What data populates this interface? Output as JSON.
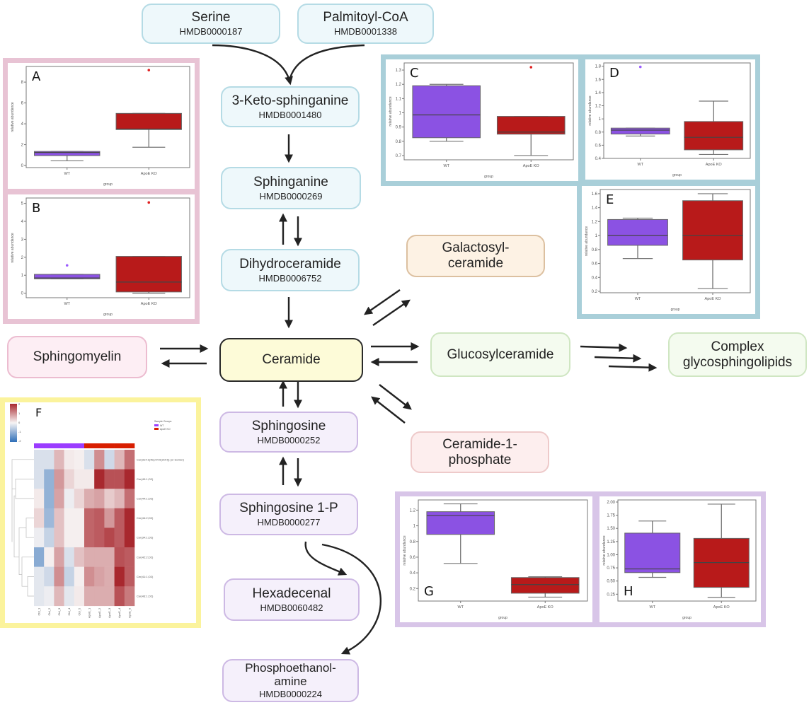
{
  "nodes": {
    "serine": {
      "name": "Serine",
      "id": "HMDB0000187"
    },
    "palmitoyl": {
      "name": "Palmitoyl-CoA",
      "id": "HMDB0001338"
    },
    "keto": {
      "name": "3-Keto-sphinganine",
      "id": "HMDB0001480"
    },
    "sphinganine": {
      "name": "Sphinganine",
      "id": "HMDB0000269"
    },
    "dihydroceramide": {
      "name": "Dihydroceramide",
      "id": "HMDB0006752"
    },
    "ceramide": {
      "name": "Ceramide"
    },
    "sphingomyelin": {
      "name": "Sphingomyelin"
    },
    "galactosylceramide": {
      "name": "Galactosyl-\nceramide"
    },
    "glucosylceramide": {
      "name": "Glucosylceramide"
    },
    "complex": {
      "name": "Complex\nglycosphingolipids"
    },
    "c1p": {
      "name": "Ceramide-1-\nphosphate"
    },
    "sphingosine": {
      "name": "Sphingosine",
      "id": "HMDB0000252"
    },
    "s1p": {
      "name": "Sphingosine 1-P",
      "id": "HMDB0000277"
    },
    "hexadecenal": {
      "name": "Hexadecenal",
      "id": "HMDB0060482"
    },
    "phosphoethanolamine": {
      "name": "Phosphoethanol-\namine",
      "id": "HMDB0000224"
    }
  },
  "colors": {
    "wt": "#8b52e3",
    "ko": "#b81a1a",
    "frame_pink": "#e8c3d4",
    "frame_teal": "#a9cfd9",
    "frame_yellow": "#fbf39c",
    "frame_lavender": "#d8c5e8"
  },
  "chart_data": [
    {
      "panel": "A",
      "type": "box",
      "ylabel": "relative abundance",
      "xlabel": "group",
      "categories": [
        "WT",
        "ApoE KO"
      ],
      "ylim": [
        -0.2,
        9.5
      ],
      "yticks": [
        0,
        2,
        4,
        6,
        8
      ],
      "boxes": [
        {
          "min": 0.45,
          "q1": 0.95,
          "median": 1.25,
          "q3": 1.35,
          "max": 1.35,
          "outliers": []
        },
        {
          "min": 1.75,
          "q1": 3.45,
          "median": 3.5,
          "q3": 5.0,
          "max": 5.0,
          "outliers": [
            9.15
          ]
        }
      ]
    },
    {
      "panel": "B",
      "type": "box",
      "ylabel": "relative abundance",
      "xlabel": "group",
      "categories": [
        "WT",
        "ApoE KO"
      ],
      "ylim": [
        -0.25,
        5.3
      ],
      "yticks": [
        0,
        1,
        2,
        3,
        4,
        5
      ],
      "boxes": [
        {
          "min": 0.8,
          "q1": 0.8,
          "median": 0.85,
          "q3": 1.05,
          "max": 1.05,
          "outliers": [
            1.55
          ]
        },
        {
          "min": 0.0,
          "q1": 0.07,
          "median": 0.62,
          "q3": 2.05,
          "max": 2.05,
          "outliers": [
            5.05
          ]
        }
      ]
    },
    {
      "panel": "C",
      "type": "box",
      "ylabel": "relative abundance",
      "xlabel": "group",
      "categories": [
        "WT",
        "ApoE KO"
      ],
      "ylim": [
        0.67,
        1.35
      ],
      "yticks": [
        0.7,
        0.8,
        0.9,
        1.0,
        1.1,
        1.2,
        1.3
      ],
      "boxes": [
        {
          "min": 0.8,
          "q1": 0.825,
          "median": 0.985,
          "q3": 1.19,
          "max": 1.2,
          "outliers": []
        },
        {
          "min": 0.7,
          "q1": 0.85,
          "median": 0.865,
          "q3": 0.975,
          "max": 0.975,
          "outliers": [
            1.32
          ]
        }
      ]
    },
    {
      "panel": "D",
      "type": "box",
      "ylabel": "relative abundance",
      "xlabel": "group",
      "categories": [
        "WT",
        "ApoE KO"
      ],
      "ylim": [
        0.4,
        1.85
      ],
      "yticks": [
        0.4,
        0.6,
        0.8,
        1.0,
        1.2,
        1.4,
        1.6,
        1.8
      ],
      "boxes": [
        {
          "min": 0.74,
          "q1": 0.77,
          "median": 0.83,
          "q3": 0.86,
          "max": 0.86,
          "outliers": [
            1.79
          ]
        },
        {
          "min": 0.46,
          "q1": 0.53,
          "median": 0.72,
          "q3": 0.96,
          "max": 1.27,
          "outliers": []
        }
      ]
    },
    {
      "panel": "E",
      "type": "box",
      "ylabel": "relative abundance",
      "xlabel": "group",
      "categories": [
        "WT",
        "ApoE KO"
      ],
      "ylim": [
        0.18,
        1.66
      ],
      "yticks": [
        0.2,
        0.4,
        0.6,
        0.8,
        1.0,
        1.2,
        1.4,
        1.6
      ],
      "boxes": [
        {
          "min": 0.67,
          "q1": 0.86,
          "median": 1.0,
          "q3": 1.23,
          "max": 1.25,
          "outliers": []
        },
        {
          "min": 0.24,
          "q1": 0.65,
          "median": 1.0,
          "q3": 1.5,
          "max": 1.6,
          "outliers": []
        }
      ]
    },
    {
      "panel": "G",
      "type": "box",
      "ylabel": "relative abundance",
      "xlabel": "group",
      "categories": [
        "WT",
        "ApoE KO"
      ],
      "ylim": [
        0.04,
        1.33
      ],
      "yticks": [
        0.2,
        0.4,
        0.6,
        0.8,
        1.0,
        1.2
      ],
      "boxes": [
        {
          "min": 0.52,
          "q1": 0.89,
          "median": 1.13,
          "q3": 1.18,
          "max": 1.28,
          "outliers": []
        },
        {
          "min": 0.09,
          "q1": 0.14,
          "median": 0.25,
          "q3": 0.34,
          "max": 0.35,
          "outliers": []
        }
      ]
    },
    {
      "panel": "H",
      "type": "box",
      "ylabel": "relative abundance",
      "xlabel": "group",
      "categories": [
        "WT",
        "ApoE KO"
      ],
      "ylim": [
        0.12,
        2.04
      ],
      "yticks": [
        0.25,
        0.5,
        0.75,
        1.0,
        1.25,
        1.5,
        1.75,
        2.0
      ],
      "ytick_labels": [
        "0.25",
        "0.50",
        "0.75",
        "1.00",
        "1.25",
        "1.50",
        "1.75",
        "2.00"
      ],
      "boxes": [
        {
          "min": 0.57,
          "q1": 0.66,
          "median": 0.73,
          "q3": 1.41,
          "max": 1.64,
          "outliers": []
        },
        {
          "min": 0.19,
          "q1": 0.38,
          "median": 0.85,
          "q3": 1.31,
          "max": 1.96,
          "outliers": []
        }
      ]
    },
    {
      "panel": "F",
      "type": "heatmap",
      "rows": [
        "Cer(d14:1(4E)/24:0(2OH)) (or isomer)",
        "Cer(40:1;O2)",
        "Cer(44:1;O2)",
        "Cer(44:2;O2)",
        "Cer(34:1;O2)",
        "Cer(42:2;O2)",
        "Cer(41:1;O2)",
        "Cer(43:1;O2)"
      ],
      "columns": [
        "Ctrl_1",
        "Ctrl_2",
        "Ctrl_3",
        "Ctrl_4",
        "Ctrl_5",
        "ApoE_1",
        "ApoE_2",
        "ApoE_3",
        "ApoE_4",
        "ApoE_5"
      ],
      "column_groups": [
        "WT",
        "WT",
        "WT",
        "WT",
        "WT",
        "ApoE KO",
        "ApoE KO",
        "ApoE KO",
        "ApoE KO",
        "ApoE KO"
      ],
      "legend_title": "Sample Groups",
      "legend": [
        "WT",
        "ApoE KO"
      ],
      "colorbar_ticks": [
        2,
        1,
        0,
        -1,
        -2
      ],
      "range": [
        -2,
        2
      ],
      "values": [
        [
          -0.3,
          -0.3,
          0.6,
          0.1,
          0.05,
          -0.3,
          1.0,
          -0.4,
          0.6,
          1.3
        ],
        [
          -0.3,
          -1.0,
          0.9,
          0.3,
          0.1,
          0.1,
          2.0,
          1.6,
          1.6,
          2.0
        ],
        [
          0.1,
          -1.0,
          0.8,
          -0.1,
          0.3,
          0.7,
          0.8,
          0.4,
          0.6,
          1.3
        ],
        [
          0.3,
          -0.9,
          0.5,
          0.05,
          0.05,
          1.4,
          1.5,
          0.9,
          1.5,
          2.0
        ],
        [
          -0.1,
          -0.5,
          0.5,
          0.05,
          0.05,
          1.4,
          1.5,
          1.7,
          1.5,
          2.0
        ],
        [
          -1.1,
          0.05,
          0.8,
          -0.3,
          0.5,
          0.7,
          0.7,
          0.7,
          1.6,
          1.5
        ],
        [
          -0.2,
          -0.4,
          1.0,
          -0.5,
          0.05,
          1.0,
          0.8,
          0.7,
          2.0,
          1.5
        ],
        [
          -0.2,
          -0.1,
          0.6,
          -0.2,
          0.1,
          0.7,
          0.7,
          0.7,
          1.6,
          1.2
        ]
      ]
    }
  ]
}
